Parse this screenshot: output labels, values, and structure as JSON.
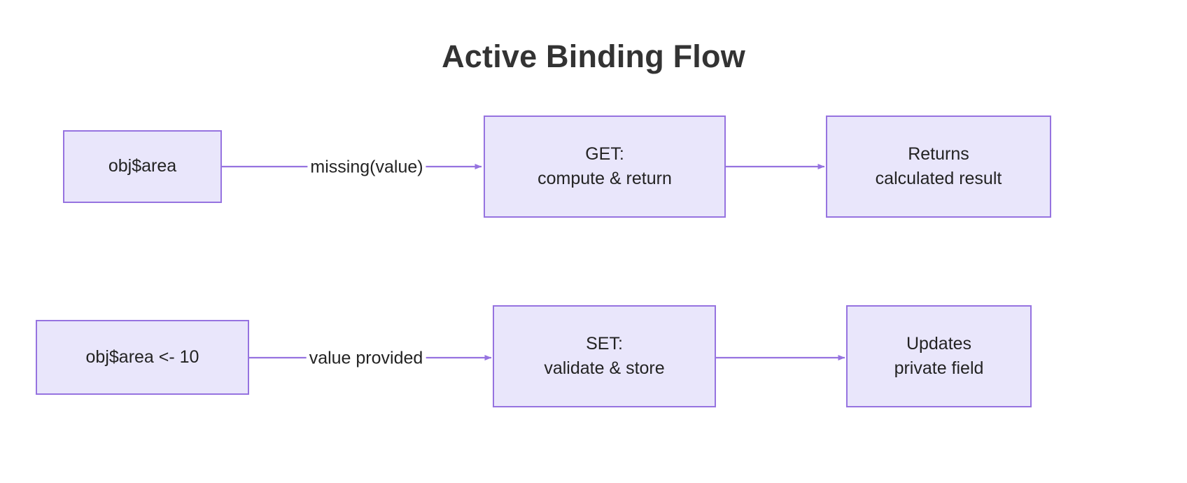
{
  "diagram": {
    "title": "Active Binding Flow",
    "colors": {
      "node_fill": "#e9e6fb",
      "node_border": "#9673e0",
      "edge_stroke": "#9673e0",
      "text": "#232323",
      "title_text": "#333333",
      "background": "#ffffff"
    },
    "nodes": [
      {
        "id": "get-trigger",
        "line1": "obj$area",
        "line2": ""
      },
      {
        "id": "get-action",
        "line1": "GET:",
        "line2": "compute & return"
      },
      {
        "id": "get-result",
        "line1": "Returns",
        "line2": "calculated result"
      },
      {
        "id": "set-trigger",
        "line1": "obj$area <- 10",
        "line2": ""
      },
      {
        "id": "set-action",
        "line1": "SET:",
        "line2": "validate & store"
      },
      {
        "id": "set-result",
        "line1": "Updates",
        "line2": "private field"
      }
    ],
    "edges": [
      {
        "id": "edge-get-trigger-to-action",
        "label": "missing(value)"
      },
      {
        "id": "edge-get-action-to-result",
        "label": ""
      },
      {
        "id": "edge-set-trigger-to-action",
        "label": "value provided"
      },
      {
        "id": "edge-set-action-to-result",
        "label": ""
      }
    ]
  }
}
